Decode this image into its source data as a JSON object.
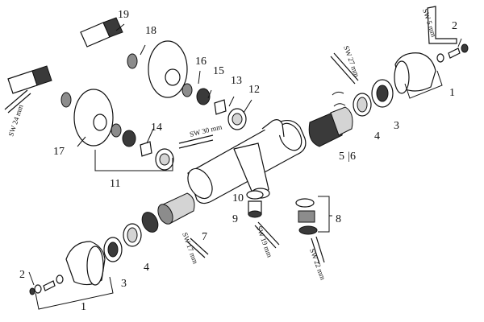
{
  "diagram": {
    "callouts": [
      "1",
      "1",
      "2",
      "2",
      "3",
      "3",
      "4",
      "4",
      "5",
      "6",
      "7",
      "8",
      "9",
      "10",
      "11",
      "12",
      "13",
      "14",
      "15",
      "16",
      "17",
      "18",
      "19"
    ],
    "wrench_labels": [
      "SW 5 mm",
      "SW 27 mm",
      "SW 24 mm",
      "SW 30 mm",
      "SW 17 mm",
      "SW 19 mm",
      "SW 22 mm"
    ],
    "separator_5_6": "|"
  }
}
